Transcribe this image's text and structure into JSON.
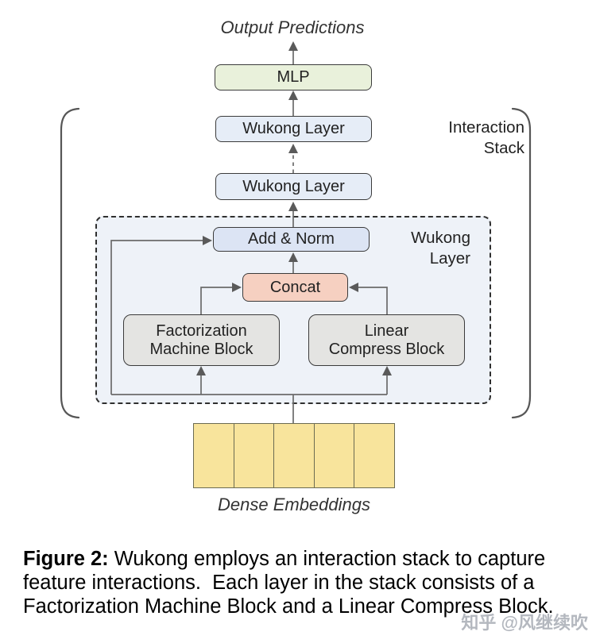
{
  "figure": {
    "top_label": "Output Predictions",
    "bottom_label": "Dense Embeddings",
    "nodes": {
      "mlp": "MLP",
      "wukong_layer_top": "Wukong Layer",
      "wukong_layer_bottom": "Wukong Layer",
      "add_norm": "Add & Norm",
      "concat": "Concat",
      "fm_line1": "Factorization",
      "fm_line2": "Machine Block",
      "lc_line1": "Linear",
      "lc_line2": "Compress Block"
    },
    "annotations": {
      "interaction_stack_line1": "Interaction",
      "interaction_stack_line2": "Stack",
      "wukong_layer_line1": "Wukong",
      "wukong_layer_line2": "Layer"
    },
    "embeddings": {
      "cells": 5
    }
  },
  "caption": {
    "prefix": "Figure 2:",
    "line1_rest": " Wukong employs an interaction stack to capture",
    "line2": "feature interactions.  Each layer in the stack consists of a",
    "line3": "Factorization Machine Block and a Linear Compress Block."
  },
  "watermark": "知乎 @风继续吹",
  "colors": {
    "mlp-fill": "#e9f1db",
    "wukong-fill": "#e6edf7",
    "addnorm-fill": "#dce4f4",
    "concat-fill": "#f6d0c1",
    "block-fill": "#e4e4e2",
    "embed-fill": "#f8e49c",
    "embed-border": "#6b6b52",
    "container-fill": "#eef2f8",
    "dashed-border": "#2f2f2f",
    "box-border": "#3b3b3b",
    "line-color": "#6b6b6b",
    "arrow-color": "#5a5a5a",
    "bracket-color": "#565656",
    "watermark-color": "#b4b8bf"
  }
}
